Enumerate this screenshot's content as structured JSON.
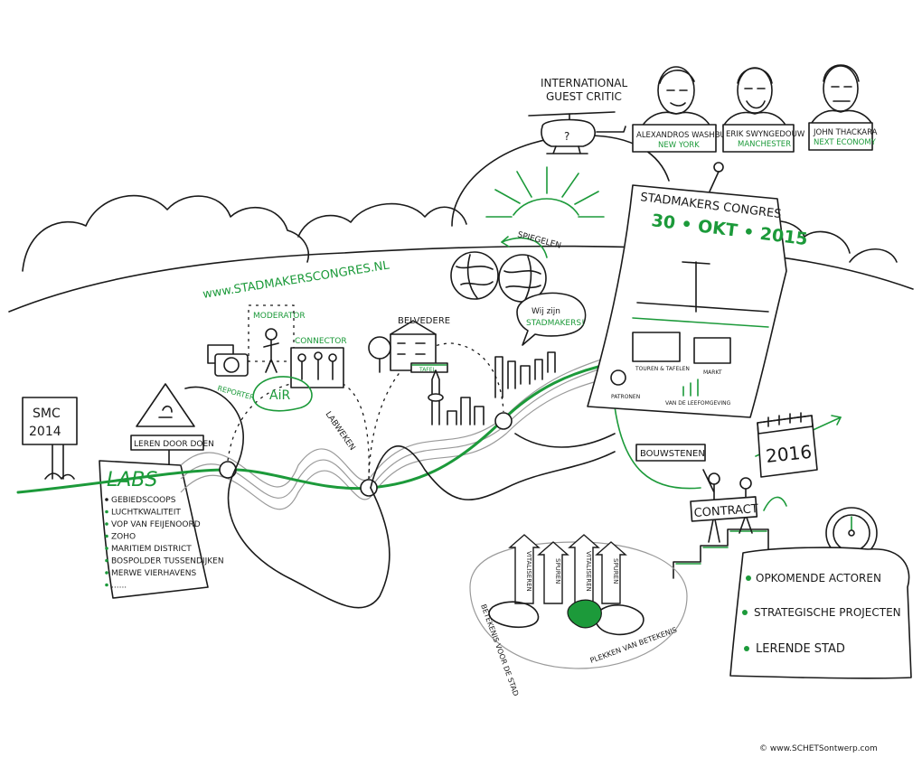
{
  "guest_critic": {
    "heading_line1": "INTERNATIONAL",
    "heading_line2": "GUEST CRITIC",
    "critics": [
      {
        "name": "ALEXANDROS WASHBURN",
        "city": "NEW YORK"
      },
      {
        "name": "ERIK SWYNGEDOUW",
        "city": "MANCHESTER"
      },
      {
        "name": "JOHN THACKARA",
        "city": "NEXT ECONOMY"
      }
    ]
  },
  "website": "www.STADMAKERSCONGRES.NL",
  "smc_sign": {
    "line1": "SMC",
    "line2": "2014"
  },
  "leren_door_doen": "LEREN DOOR DOEN",
  "labs": {
    "title": "LABS",
    "items": [
      "GEBIEDSCOOPS",
      "LUCHTKWALITEIT",
      "VOP VAN FEIJENOORD",
      "ZOHO",
      "MARITIEM DISTRICT",
      "BOSPOLDER TUSSENDIJKEN",
      "MERWE VIERHAVENS",
      "......"
    ]
  },
  "air": {
    "moderator": "MODERATOR",
    "connector": "CONNECTOR",
    "reporter": "REPORTER",
    "label": "AiR"
  },
  "belvedere": {
    "label": "BELVEDERE",
    "banner": "TAFEL"
  },
  "labweken": "LABWEKEN",
  "spiegelen": "SPIEGELEN",
  "speech_bubble": {
    "line1": "Wij zijn",
    "line2": "STADMAKERS!"
  },
  "poster": {
    "title": "STADMAKERS CONGRES",
    "date": "30 • OKT • 2015",
    "panels": [
      "TOUREN & TAFELEN",
      "MARKT",
      "PATRONEN",
      "VAN DE LEEFOMGEVING"
    ]
  },
  "bouwstenen": "BOUWSTENEN",
  "contract": "CONTRACT",
  "calendar_year": "2016",
  "outcomes": [
    "OPKOMENDE ACTOREN",
    "STRATEGISCHE PROJECTEN",
    "LERENDE STAD"
  ],
  "arrows": [
    "VITALISEREN",
    "SPUREN",
    "VITALISEREN",
    "SPUREN"
  ],
  "betekenis_left": "BETEKENIS VOOR DE STAD",
  "betekenis_right": "PLEKKEN VAN BETEKENIS",
  "copyright": "© www.SCHETSontwerp.com",
  "colors": {
    "ink": "#1a1a1a",
    "accent_green": "#1c9a3a",
    "grey": "#9a9a9a",
    "background": "#ffffff"
  }
}
